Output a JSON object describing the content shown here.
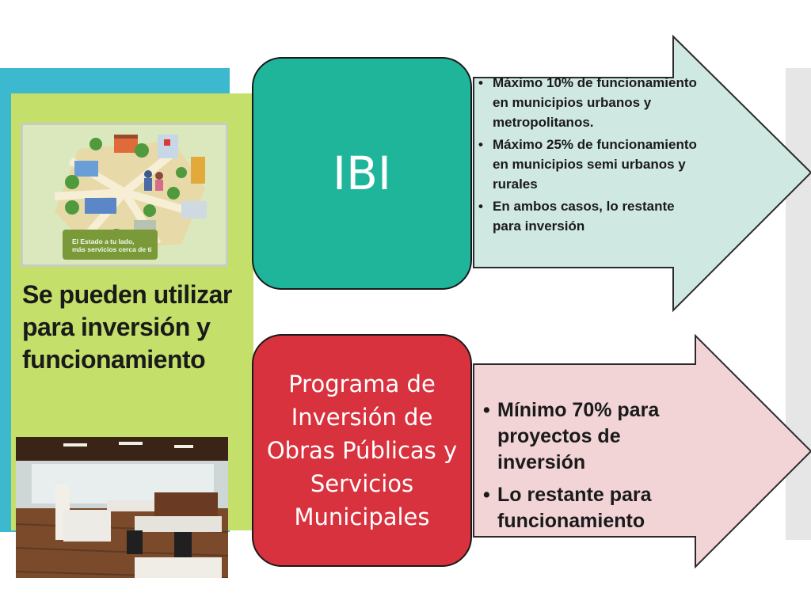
{
  "illustration": {
    "caption_line1": "El Estado a tu lado,",
    "caption_line2": "más servicios cerca de ti"
  },
  "left_panel": {
    "text": "Se pueden utilizar para inversión y funcionamiento"
  },
  "ibi": {
    "label": "IBI",
    "bullets": [
      "Máximo 10% de funcionamiento en municipios urbanos y metropolitanos.",
      "Máximo 25% de funcionamiento en municipios semi urbanos y rurales",
      "En ambos casos, lo restante para inversión"
    ]
  },
  "programa": {
    "label": "Programa de Inversión de Obras Públicas y Servicios Municipales",
    "bullets": [
      "Mínimo 70% para proyectos de inversión",
      "Lo restante para funcionamiento"
    ]
  },
  "colors": {
    "teal_box": "#1fb59b",
    "red_box": "#d8323e",
    "teal_arrow": "#cfe8e1",
    "pink_arrow": "#f2d4d7",
    "green_panel": "#c4e06a",
    "blue_strip": "#3cb8cf"
  }
}
